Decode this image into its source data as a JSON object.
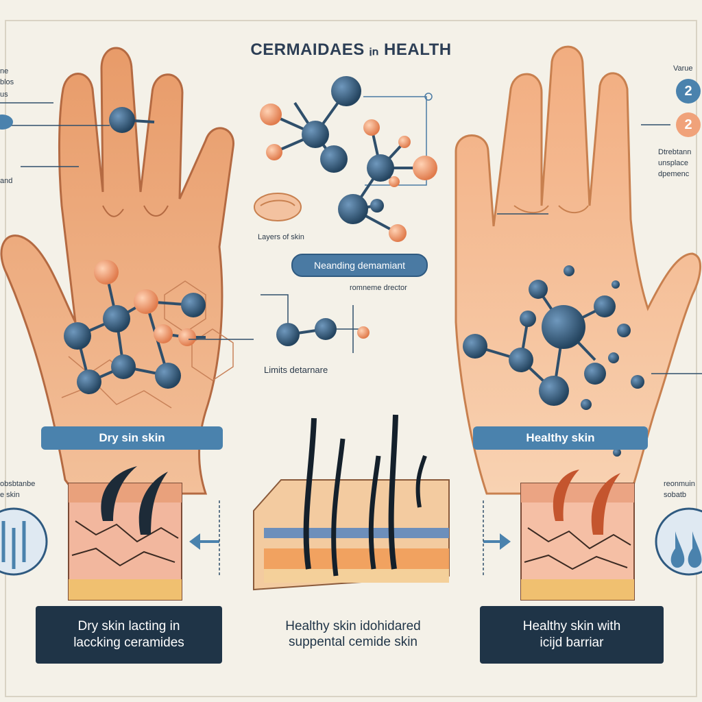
{
  "title": "CERMAIDAES ᵢₙ HEALTH",
  "left_hand_label": "Dry sin skin",
  "right_hand_label": "Healthy skin",
  "left_caption": [
    "Dry skin lacting in",
    "laccking ceramides"
  ],
  "center_caption": [
    "Healthy skin idohidared",
    "suppental cemide skin"
  ],
  "right_caption": [
    "Healthy skin with",
    "icijd barriar"
  ],
  "center_labels": {
    "layers": "Layers of skin",
    "callout": "Neanding demamiant",
    "sub_callout": "romneme drector",
    "lower": "Limits detarnare"
  },
  "left_edge_labels": [
    "ne",
    "blos",
    "us",
    "and"
  ],
  "left_edge_bottom": [
    "obsbtanbe",
    "e skin"
  ],
  "right_edge_top": "Varue",
  "right_edge_mid": [
    "Dtrebtann",
    "unsplace",
    "dpemenc"
  ],
  "right_edge_bottom": [
    "reonmuin",
    "sobatb"
  ],
  "badges": [
    "2",
    "2"
  ],
  "colors": {
    "background": "#f4f1e8",
    "accent_blue": "#4a82ad",
    "dark_navy": "#1f3447",
    "molecule_dark": "#2f4f6b",
    "molecule_orange": "#f0a27a",
    "skin": "#f0b07e"
  }
}
